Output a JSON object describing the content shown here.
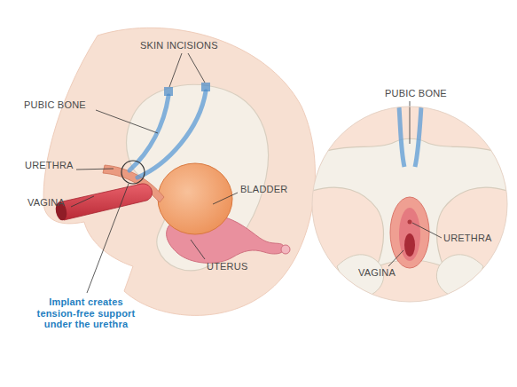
{
  "diagram": {
    "labels": [
      "SKIN INCISIONS",
      "PUBIC BONE",
      "URETHRA",
      "VAGINA",
      "BLADDER",
      "UTERUS",
      "Implant creates tension-free support under the urethra",
      "PUBIC BONE",
      "URETHRA",
      "VAGINA"
    ]
  }
}
